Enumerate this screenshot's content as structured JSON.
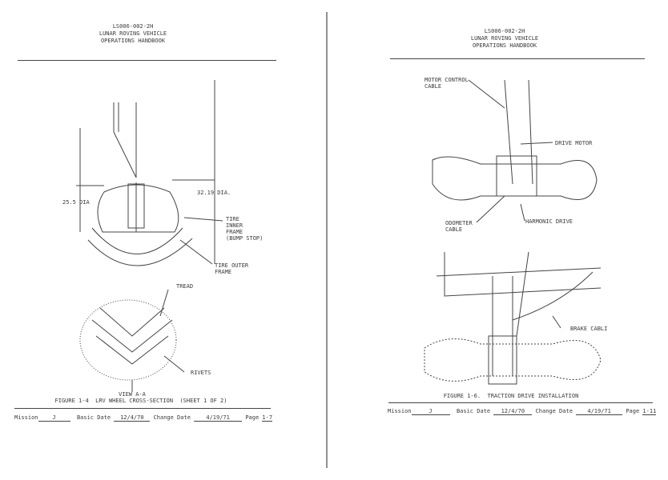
{
  "left_page": {
    "header": [
      "LS006-002-2H",
      "LUNAR ROVING VEHICLE",
      "OPERATIONS HANDBOOK"
    ],
    "labels": {
      "dia_inner": "25.5 DIA",
      "dia_outer": "32.19 DIA.",
      "inner_frame": "TIRE\nINNER\nFRAME\n(BUMP STOP)",
      "outer_frame": "TIRE OUTER\nFRAME",
      "tread": "TREAD",
      "rivets": "RIVETS",
      "view": "VIEW A-A"
    },
    "caption": "FIGURE 1-4  LRV WHEEL CROSS-SECTION  (SHEET 1 OF 2)",
    "footer": {
      "mission_label": "Mission",
      "mission": "J",
      "basic_label": "Basic Date",
      "basic_date": "12/4/70",
      "change_label": "Change Date",
      "change_date": "4/19/71",
      "page_label": "Page",
      "page": "1-7"
    }
  },
  "right_page": {
    "header": [
      "LS006-002-2H",
      "LUNAR ROVING VEHICLE",
      "OPERATIONS HANDBOOK"
    ],
    "labels": {
      "motor_cable": "MOTOR CONTROL\nCABLE",
      "drive_motor": "DRIVE MOTOR",
      "odometer": "ODOMETER\nCABLE",
      "harmonic": "HARMONIC DRIVE",
      "brake": "BRAKE CABLI"
    },
    "caption": "FIGURE 1-6.  TRACTION DRIVE INSTALLATION",
    "footer": {
      "mission_label": "Mission",
      "mission": "J",
      "basic_label": "Basic Date",
      "basic_date": "12/4/70",
      "change_label": "Change Date",
      "change_date": "4/19/71",
      "page_label": "Page",
      "page": "1-11"
    }
  }
}
